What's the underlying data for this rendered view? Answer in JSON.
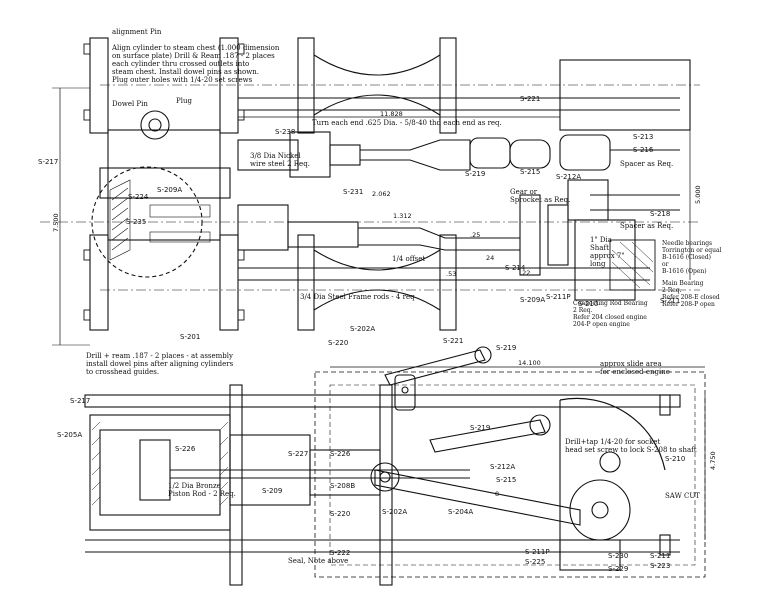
{
  "notes": {
    "alignment_pin": "alignment Pin",
    "align_cylinder": "Align cylinder to steam chest (1.000 dimension\non surface plate) Drill & Ream .187 - 2 places\neach cylinder thru crossed outlets into\nsteam chest. Install dowel pins as shown.\nPlug outer holes with 1/4-20 set screws",
    "dowel_pin": "Dowel Pin",
    "plug": "Plug",
    "dia_nickel": "3/8 Dia Nickel\nwire steel 2 Req.",
    "long_dim": "11.828",
    "turn_each_end": "Turn each end .625 Dia. - 5/8-40 thd each end as req.",
    "spacer_as_req": "Spacer as Req.",
    "spacer_as_req2": "Spacer as Req.",
    "gear_sprocket": "Gear or\nSprocket as Req.",
    "shaft_note": "1\" Dia\nShaft\napprox 7\"\nlong",
    "dia_steel_frame": "3/4 Dia Steel Frame rods - 4 req",
    "offset": "1/4 offset",
    "needle_bearings": "Needle bearings\nTorrington or equal\nB-1616 (Closed)\nor\nB-1616 (Open)",
    "main_bearing": "Main Bearing\n2 Req.\nRefer 208-E closed\nRefer 208-P open",
    "conn_rod": "Connecting Rod Bearing\n2 Req.\nRefer 204 closed engine\n204-P open engine",
    "drill_ream": "Drill + ream .187 - 2 places - at assembly\ninstall dowel pins after aligning cylinders\nto crosshead guides.",
    "approx_slide": "approx slide area\nfor enclosed engine",
    "drill_tap": "Drill+tap 1/4-20 for socket\nhead set screw to lock S-208 to shaft",
    "dia_bronze": "1/2 Dia Bronze\nPiston Rod - 2 Req.",
    "seal_note": "Seal, Note above",
    "saw_cut": "SAW CUT"
  },
  "dims": {
    "d7500": "7.500",
    "d5000": "5.000",
    "d14100": "14.100",
    "d4750": "4.750",
    "d2062": "2.062",
    "d1312": "1.312",
    "d25": ".25",
    "d22": ".22",
    "d53": ".53",
    "d24": "24",
    "d8": "8"
  },
  "parts_top": {
    "s217": "S-217",
    "s238": "S-238",
    "s213": "S-213",
    "s215": "S-215",
    "s212a": "S-212A",
    "s216": "S-216",
    "s218": "S-218",
    "s214": "S-214",
    "s219": "S-219",
    "s209a": "S-209A",
    "s231": "S-231",
    "s224": "S-224",
    "s235": "S-235",
    "s210": "S-210",
    "s211": "S-211",
    "s211p": "S-211P",
    "s209a2": "S-209A",
    "s201": "S-201",
    "s202a": "S-202A",
    "s220": "S-220",
    "s221": "S-221"
  },
  "parts_bottom": {
    "s221": "S-221",
    "s219": "S-219",
    "s217": "S-217",
    "s205a": "S-205A",
    "s226": "S-226",
    "s227": "S-227",
    "s226b": "S-226",
    "s209": "S-209",
    "s208b": "S-208B",
    "s202a": "S-202A",
    "s220": "S-220",
    "s204a": "S-204A",
    "s219b": "S-219",
    "s212a": "S-212A",
    "s215": "S-215",
    "s210": "S-210",
    "s211p": "S-211P",
    "s225": "S-225",
    "s230": "S-230",
    "s211": "S-211",
    "s223": "S-223",
    "s222": "S-222",
    "s229": "S-229"
  }
}
